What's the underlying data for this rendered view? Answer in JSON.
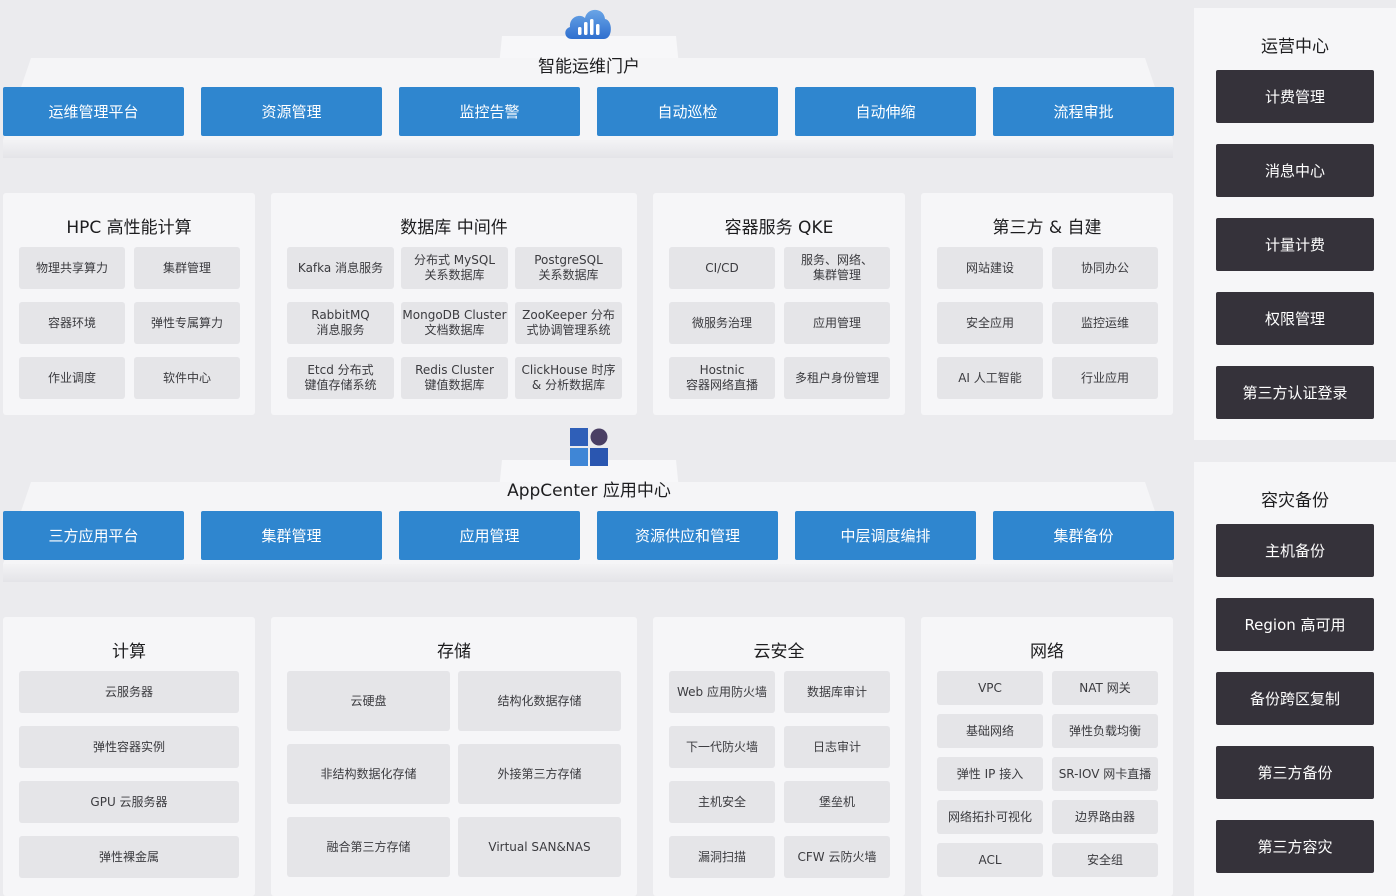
{
  "top_layer": {
    "title": "智能运维门户",
    "buttons": [
      "运维管理平台",
      "资源管理",
      "监控告警",
      "自动巡检",
      "自动伸缩",
      "流程审批"
    ]
  },
  "upper_panels": [
    {
      "title": "HPC 高性能计算",
      "tiles": [
        [
          "物理共享算力"
        ],
        [
          "集群管理"
        ],
        [
          "容器环境"
        ],
        [
          "弹性专属算力"
        ],
        [
          "作业调度"
        ],
        [
          "软件中心"
        ]
      ]
    },
    {
      "title": "数据库 中间件",
      "tiles": [
        [
          "Kafka 消息服务"
        ],
        [
          "分布式 MySQL",
          "关系数据库"
        ],
        [
          "PostgreSQL",
          "关系数据库"
        ],
        [
          "RabbitMQ",
          "消息服务"
        ],
        [
          "MongoDB Cluster",
          "文档数据库"
        ],
        [
          "ZooKeeper 分布",
          "式协调管理系统"
        ],
        [
          "Etcd 分布式",
          "键值存储系统"
        ],
        [
          "Redis Cluster",
          "键值数据库"
        ],
        [
          "ClickHouse 时序",
          "& 分析数据库"
        ]
      ]
    },
    {
      "title": "容器服务 QKE",
      "tiles": [
        [
          "CI/CD"
        ],
        [
          "服务、网络、",
          "集群管理"
        ],
        [
          "微服务治理"
        ],
        [
          "应用管理"
        ],
        [
          "Hostnic",
          "容器网络直播"
        ],
        [
          "多租户身份管理"
        ]
      ]
    },
    {
      "title": "第三方 & 自建",
      "tiles": [
        [
          "网站建设"
        ],
        [
          "协同办公"
        ],
        [
          "安全应用"
        ],
        [
          "监控运维"
        ],
        [
          "AI 人工智能"
        ],
        [
          "行业应用"
        ]
      ]
    }
  ],
  "middle_layer": {
    "title": "AppCenter 应用中心",
    "buttons": [
      "三方应用平台",
      "集群管理",
      "应用管理",
      "资源供应和管理",
      "中层调度编排",
      "集群备份"
    ]
  },
  "lower_panels": [
    {
      "title": "计算",
      "tiles": [
        [
          "云服务器"
        ],
        [
          "弹性容器实例"
        ],
        [
          "GPU 云服务器"
        ],
        [
          "弹性裸金属"
        ]
      ]
    },
    {
      "title": "存储",
      "tiles": [
        [
          "云硬盘"
        ],
        [
          "结构化数据存储"
        ],
        [
          "非结构数据化存储"
        ],
        [
          "外接第三方存储"
        ],
        [
          "融合第三方存储"
        ],
        [
          "Virtual SAN&NAS"
        ]
      ]
    },
    {
      "title": "云安全",
      "tiles": [
        [
          "Web 应用防火墙"
        ],
        [
          "数据库审计"
        ],
        [
          "下一代防火墙"
        ],
        [
          "日志审计"
        ],
        [
          "主机安全"
        ],
        [
          "堡垒机"
        ],
        [
          "漏洞扫描"
        ],
        [
          "CFW 云防火墙"
        ]
      ]
    },
    {
      "title": "网络",
      "tiles": [
        [
          "VPC"
        ],
        [
          "NAT 网关"
        ],
        [
          "基础网络"
        ],
        [
          "弹性负载均衡"
        ],
        [
          "弹性 IP 接入"
        ],
        [
          "SR-IOV 网卡直播"
        ],
        [
          "网络拓扑可视化"
        ],
        [
          "边界路由器"
        ],
        [
          "ACL"
        ],
        [
          "安全组"
        ]
      ]
    }
  ],
  "ops_center": {
    "title": "运营中心",
    "buttons": [
      "计费管理",
      "消息中心",
      "计量计费",
      "权限管理",
      "第三方认证登录"
    ]
  },
  "dr_backup": {
    "title": "容灾备份",
    "buttons": [
      "主机备份",
      "Region 高可用",
      "备份跨区复制",
      "第三方备份",
      "第三方容灾"
    ]
  },
  "colors": {
    "blue_button": "#2f86cf",
    "dark_button": "#35323a",
    "tile": "#e5e5e8",
    "background": "#ebebee"
  },
  "icons": [
    "cloud-chart-icon",
    "appcenter-blocks-icon"
  ]
}
